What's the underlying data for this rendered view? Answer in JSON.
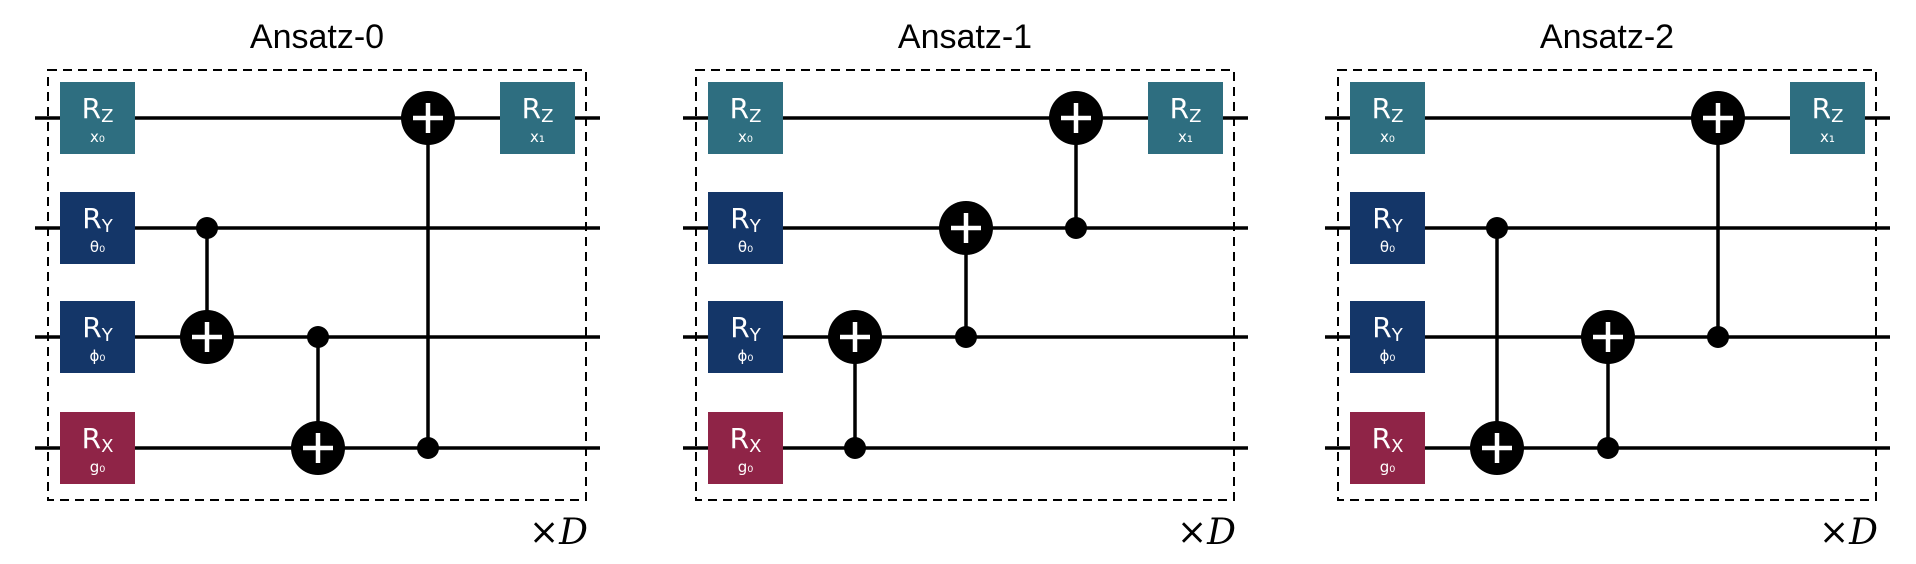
{
  "colors": {
    "rz": "#2e6e80",
    "ry": "#143668",
    "rx": "#8f2447",
    "line": "#000000"
  },
  "icons": {
    "target": "cnot-target-icon",
    "control": "cnot-control-dot-icon"
  },
  "repeat_label": "×D",
  "panels": [
    {
      "title": "Ansatz-0",
      "gates": [
        {
          "wire": 0,
          "slot": "left",
          "name": "R",
          "sub": "Z",
          "param": "x₀",
          "color": "rz"
        },
        {
          "wire": 1,
          "slot": "left",
          "name": "R",
          "sub": "Y",
          "param": "θ₀",
          "color": "ry"
        },
        {
          "wire": 2,
          "slot": "left",
          "name": "R",
          "sub": "Y",
          "param": "ϕ₀",
          "color": "ry"
        },
        {
          "wire": 3,
          "slot": "left",
          "name": "R",
          "sub": "X",
          "param": "g₀",
          "color": "rx"
        },
        {
          "wire": 0,
          "slot": "right",
          "name": "R",
          "sub": "Z",
          "param": "x₁",
          "color": "rz"
        }
      ],
      "cnots": [
        {
          "step": 0,
          "control": 1,
          "target": 2
        },
        {
          "step": 1,
          "control": 2,
          "target": 3
        },
        {
          "step": 2,
          "control": 3,
          "target": 0
        }
      ]
    },
    {
      "title": "Ansatz-1",
      "gates": [
        {
          "wire": 0,
          "slot": "left",
          "name": "R",
          "sub": "Z",
          "param": "x₀",
          "color": "rz"
        },
        {
          "wire": 1,
          "slot": "left",
          "name": "R",
          "sub": "Y",
          "param": "θ₀",
          "color": "ry"
        },
        {
          "wire": 2,
          "slot": "left",
          "name": "R",
          "sub": "Y",
          "param": "ϕ₀",
          "color": "ry"
        },
        {
          "wire": 3,
          "slot": "left",
          "name": "R",
          "sub": "X",
          "param": "g₀",
          "color": "rx"
        },
        {
          "wire": 0,
          "slot": "right",
          "name": "R",
          "sub": "Z",
          "param": "x₁",
          "color": "rz"
        }
      ],
      "cnots": [
        {
          "step": 0,
          "control": 3,
          "target": 2
        },
        {
          "step": 1,
          "control": 2,
          "target": 1
        },
        {
          "step": 2,
          "control": 1,
          "target": 0
        }
      ]
    },
    {
      "title": "Ansatz-2",
      "gates": [
        {
          "wire": 0,
          "slot": "left",
          "name": "R",
          "sub": "Z",
          "param": "x₀",
          "color": "rz"
        },
        {
          "wire": 1,
          "slot": "left",
          "name": "R",
          "sub": "Y",
          "param": "θ₀",
          "color": "ry"
        },
        {
          "wire": 2,
          "slot": "left",
          "name": "R",
          "sub": "Y",
          "param": "ϕ₀",
          "color": "ry"
        },
        {
          "wire": 3,
          "slot": "left",
          "name": "R",
          "sub": "X",
          "param": "g₀",
          "color": "rx"
        },
        {
          "wire": 0,
          "slot": "right",
          "name": "R",
          "sub": "Z",
          "param": "x₁",
          "color": "rz"
        }
      ],
      "cnots": [
        {
          "step": 0,
          "control": 1,
          "target": 3
        },
        {
          "step": 1,
          "control": 3,
          "target": 2
        },
        {
          "step": 2,
          "control": 2,
          "target": 0
        }
      ]
    }
  ]
}
